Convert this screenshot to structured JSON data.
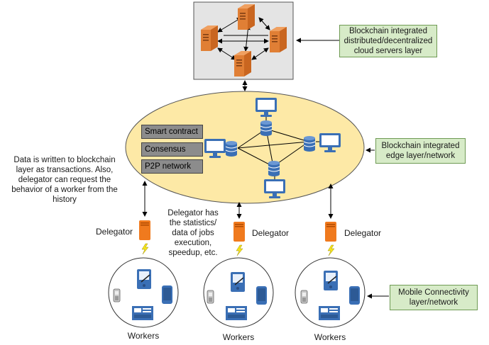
{
  "labels": {
    "cloud_layer": "Blockchain integrated distributed/decentralized cloud servers layer",
    "edge_layer": "Blockchain integrated edge layer/network",
    "mobile_layer": "Mobile Connectivity layer/network",
    "written_note": "Data is written to blockchain layer as transactions. Also, delegator can request the behavior of a worker from the history",
    "delegator_note": "Delegator has the statistics/ data of jobs execution, speedup, etc."
  },
  "edge_stack": [
    "Smart contract",
    "Consensus",
    "P2P network"
  ],
  "delegators": [
    "Delegator",
    "Delegator",
    "Delegator"
  ],
  "workers": [
    "Workers",
    "Workers",
    "Workers"
  ],
  "colors": {
    "server": "#d9772f",
    "edge_ellipse": "#fde9a6",
    "cloud_panel": "#e4e4e4",
    "green_box": "#d7ebc8",
    "grey_box": "#8c8c8c",
    "device_blue": "#3a6fb5",
    "delegator_orange": "#f07a1e",
    "lightning": "#f5e41a"
  }
}
